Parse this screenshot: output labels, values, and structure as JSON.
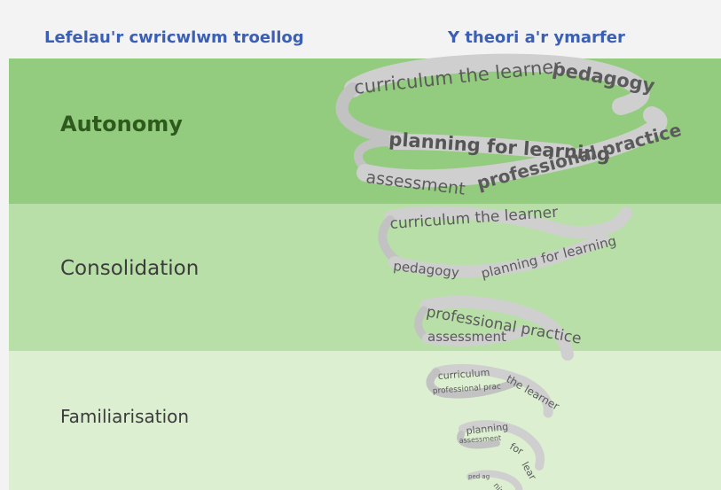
{
  "header": {
    "left": "Lefelau'r cwricwlwm troellog",
    "right": "Y theori a'r ymarfer"
  },
  "levels": {
    "autonomy": "Autonomy",
    "consolidation": "Consolidation",
    "familiarisation": "Familiarisation"
  },
  "spiral": {
    "top": {
      "t1": "curriculum the learner",
      "t2": "pedagogy",
      "t3": "planning for learning",
      "t4": "assessment",
      "t5": "professional practice"
    },
    "mid": {
      "t1": "curriculum the learner",
      "t2": "pedagogy",
      "t3": "planning for learning",
      "t4": "professional practice",
      "t5": "assessment"
    },
    "bot": {
      "t1": "curriculum",
      "t2": "the learner",
      "t3": "professional prac",
      "t4": "planning",
      "t5": "assessment",
      "t6": "for",
      "t7": "lear",
      "t8": "ped ag",
      "t9": "ning"
    }
  },
  "colors": {
    "header_text": "#3b5fb5",
    "band_autonomy": "#93cc7e",
    "band_consolidation": "#b9dfa8",
    "band_familiarisation": "#dcefd1",
    "spiral_ribbon": "#d0d0d0",
    "spiral_text": "#5b5b5b"
  }
}
